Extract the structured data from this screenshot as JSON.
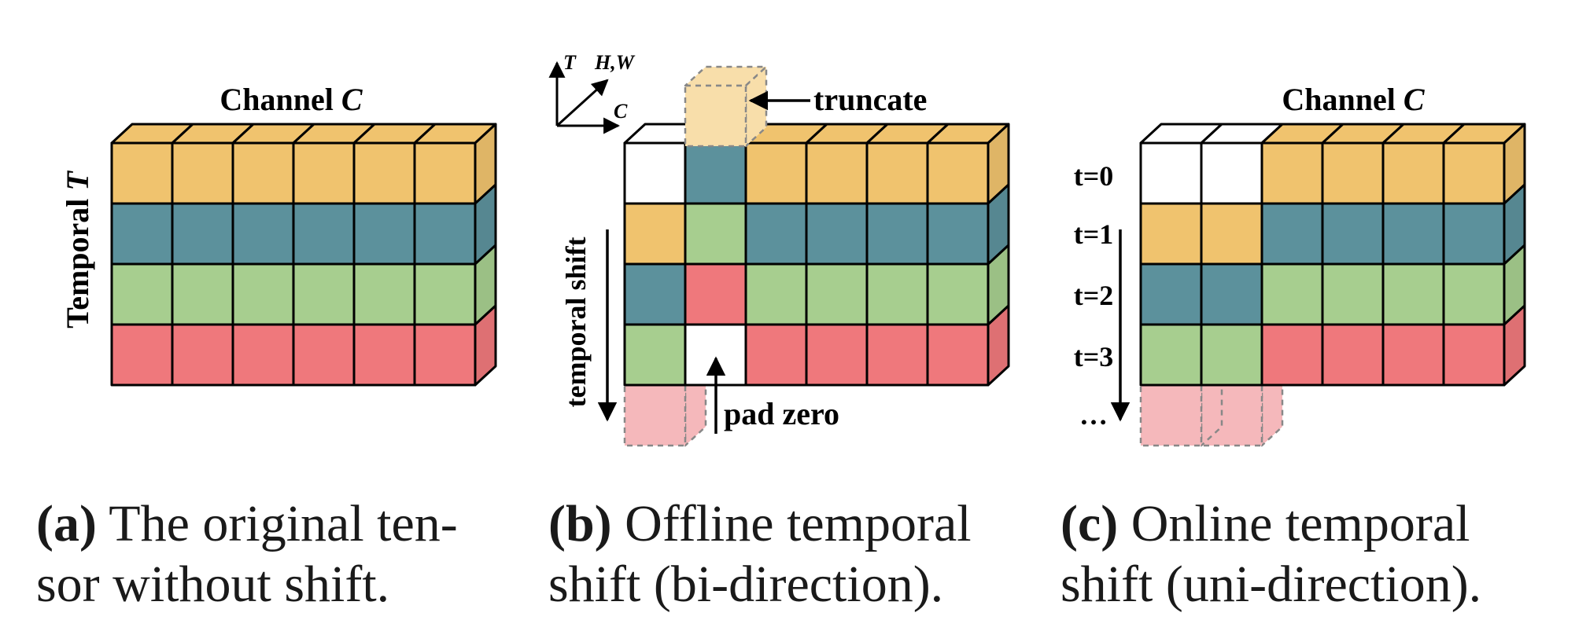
{
  "colors": {
    "yellow": "#F0C36E",
    "blue": "#5C919C",
    "green": "#A7CE8F",
    "red": "#EF787C",
    "empty": "#FFFFFF",
    "ghost_yellow": "#F8DEAA",
    "ghost_red": "#F5B8BB",
    "stroke": "#000000"
  },
  "panels": {
    "a": {
      "channel_label": "Channel",
      "channel_symbol": "C",
      "temporal_label": "Temporal",
      "temporal_symbol": "T",
      "grid": [
        [
          "yellow",
          "yellow",
          "yellow",
          "yellow",
          "yellow",
          "yellow"
        ],
        [
          "blue",
          "blue",
          "blue",
          "blue",
          "blue",
          "blue"
        ],
        [
          "green",
          "green",
          "green",
          "green",
          "green",
          "green"
        ],
        [
          "red",
          "red",
          "red",
          "red",
          "red",
          "red"
        ]
      ],
      "caption_tag": "(a)",
      "caption_line1": "The original ten-",
      "caption_line2": "sor without shift."
    },
    "b": {
      "axis_t": "T",
      "axis_hw": "H,W",
      "axis_c": "C",
      "truncate_label": "truncate",
      "pad_zero_label": "pad zero",
      "shift_label": "temporal shift",
      "grid": [
        [
          "empty",
          "blue",
          "yellow",
          "yellow",
          "yellow",
          "yellow"
        ],
        [
          "yellow",
          "green",
          "blue",
          "blue",
          "blue",
          "blue"
        ],
        [
          "blue",
          "red",
          "green",
          "green",
          "green",
          "green"
        ],
        [
          "green",
          "empty",
          "red",
          "red",
          "red",
          "red"
        ]
      ],
      "caption_tag": "(b)",
      "caption_line1": "Offline temporal",
      "caption_line2": "shift (bi-direction)."
    },
    "c": {
      "channel_label": "Channel",
      "channel_symbol": "C",
      "time_labels": [
        "t=0",
        "t=1",
        "t=2",
        "t=3"
      ],
      "ellipsis": "…",
      "grid": [
        [
          "empty",
          "empty",
          "yellow",
          "yellow",
          "yellow",
          "yellow"
        ],
        [
          "yellow",
          "yellow",
          "blue",
          "blue",
          "blue",
          "blue"
        ],
        [
          "blue",
          "blue",
          "green",
          "green",
          "green",
          "green"
        ],
        [
          "green",
          "green",
          "red",
          "red",
          "red",
          "red"
        ]
      ],
      "caption_tag": "(c)",
      "caption_line1": "Online temporal",
      "caption_line2": "shift (uni-direction)."
    }
  }
}
